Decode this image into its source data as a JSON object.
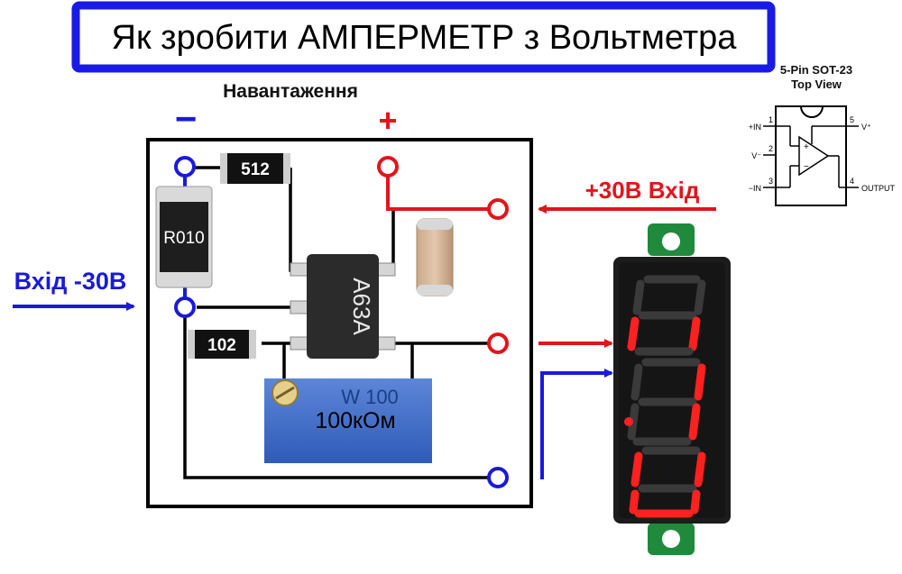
{
  "title": "Як зробити АМПЕРМЕТР з Вольтметра",
  "load_label": "Навантаження",
  "minus_sign": "−",
  "plus_sign": "+",
  "input_plus_label": "+30В Вхід",
  "input_minus_label": "Вхід -30В",
  "resistor_shunt_code": "R010",
  "resistor_512_code": "512",
  "resistor_102_code": "102",
  "chip_marking": "A63A",
  "trimmer_marking": "W 100",
  "trimmer_value": "100кОм",
  "pinout": {
    "title_line1": "5-Pin SOT-23",
    "title_line2": "Top View",
    "pin1_num": "1",
    "pin1_name": "+IN",
    "pin2_num": "2",
    "pin2_name": "V⁻",
    "pin3_num": "3",
    "pin3_name": "−IN",
    "pin4_num": "4",
    "pin4_name": "OUTPUT",
    "pin5_num": "5",
    "pin5_name": "V⁺",
    "plus_mark": "+",
    "minus_mark": "−"
  },
  "colors": {
    "title_border": "#1a1ae6",
    "red": "#e3141b",
    "blue": "#1a1ad9",
    "display_segment": "#ff2020",
    "display_body": "#1c1c1c",
    "pcb_green": "#1f8a3c"
  }
}
